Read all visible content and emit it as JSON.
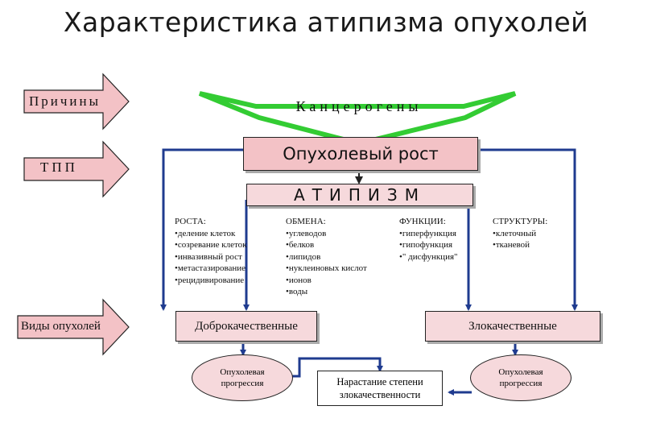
{
  "title": "Характеристика атипизма опухолей",
  "arrows": {
    "causes": "Причины",
    "tpp": "ТПП",
    "tumor_types": "Виды опухолей"
  },
  "carcinogens": "Канцерогены",
  "tumor_growth": "Опухолевый рост",
  "atypism": "АТИПИЗМ",
  "columns": [
    {
      "header": "РОСТА:",
      "items": [
        "деление клеток",
        "созревание клеток",
        "инвазивный рост",
        "метастазирование",
        "рецидивирование"
      ]
    },
    {
      "header": "ОБМЕНА:",
      "items": [
        "углеводов",
        "белков",
        "липидов",
        "нуклеиновых кислот",
        "ионов",
        "воды"
      ]
    },
    {
      "header": "ФУНКЦИИ:",
      "items": [
        "гиперфункция",
        "гипофункция",
        "\" дисфункция\""
      ]
    },
    {
      "header": "СТРУКТУРЫ:",
      "items": [
        "клеточный",
        "тканевой"
      ]
    }
  ],
  "benign": "Доброкачественные",
  "malignant": "Злокачественные",
  "progression_left": "Опухолевая прогрессия",
  "progression_right": "Опухолевая прогрессия",
  "malignancy_growth": "Нарастание степени злокачественности",
  "colors": {
    "box_fill": "#f6d9dc",
    "arrow_fill": "#f3c2c6",
    "green": "#33cc33",
    "blue_line": "#1f3b8f"
  }
}
